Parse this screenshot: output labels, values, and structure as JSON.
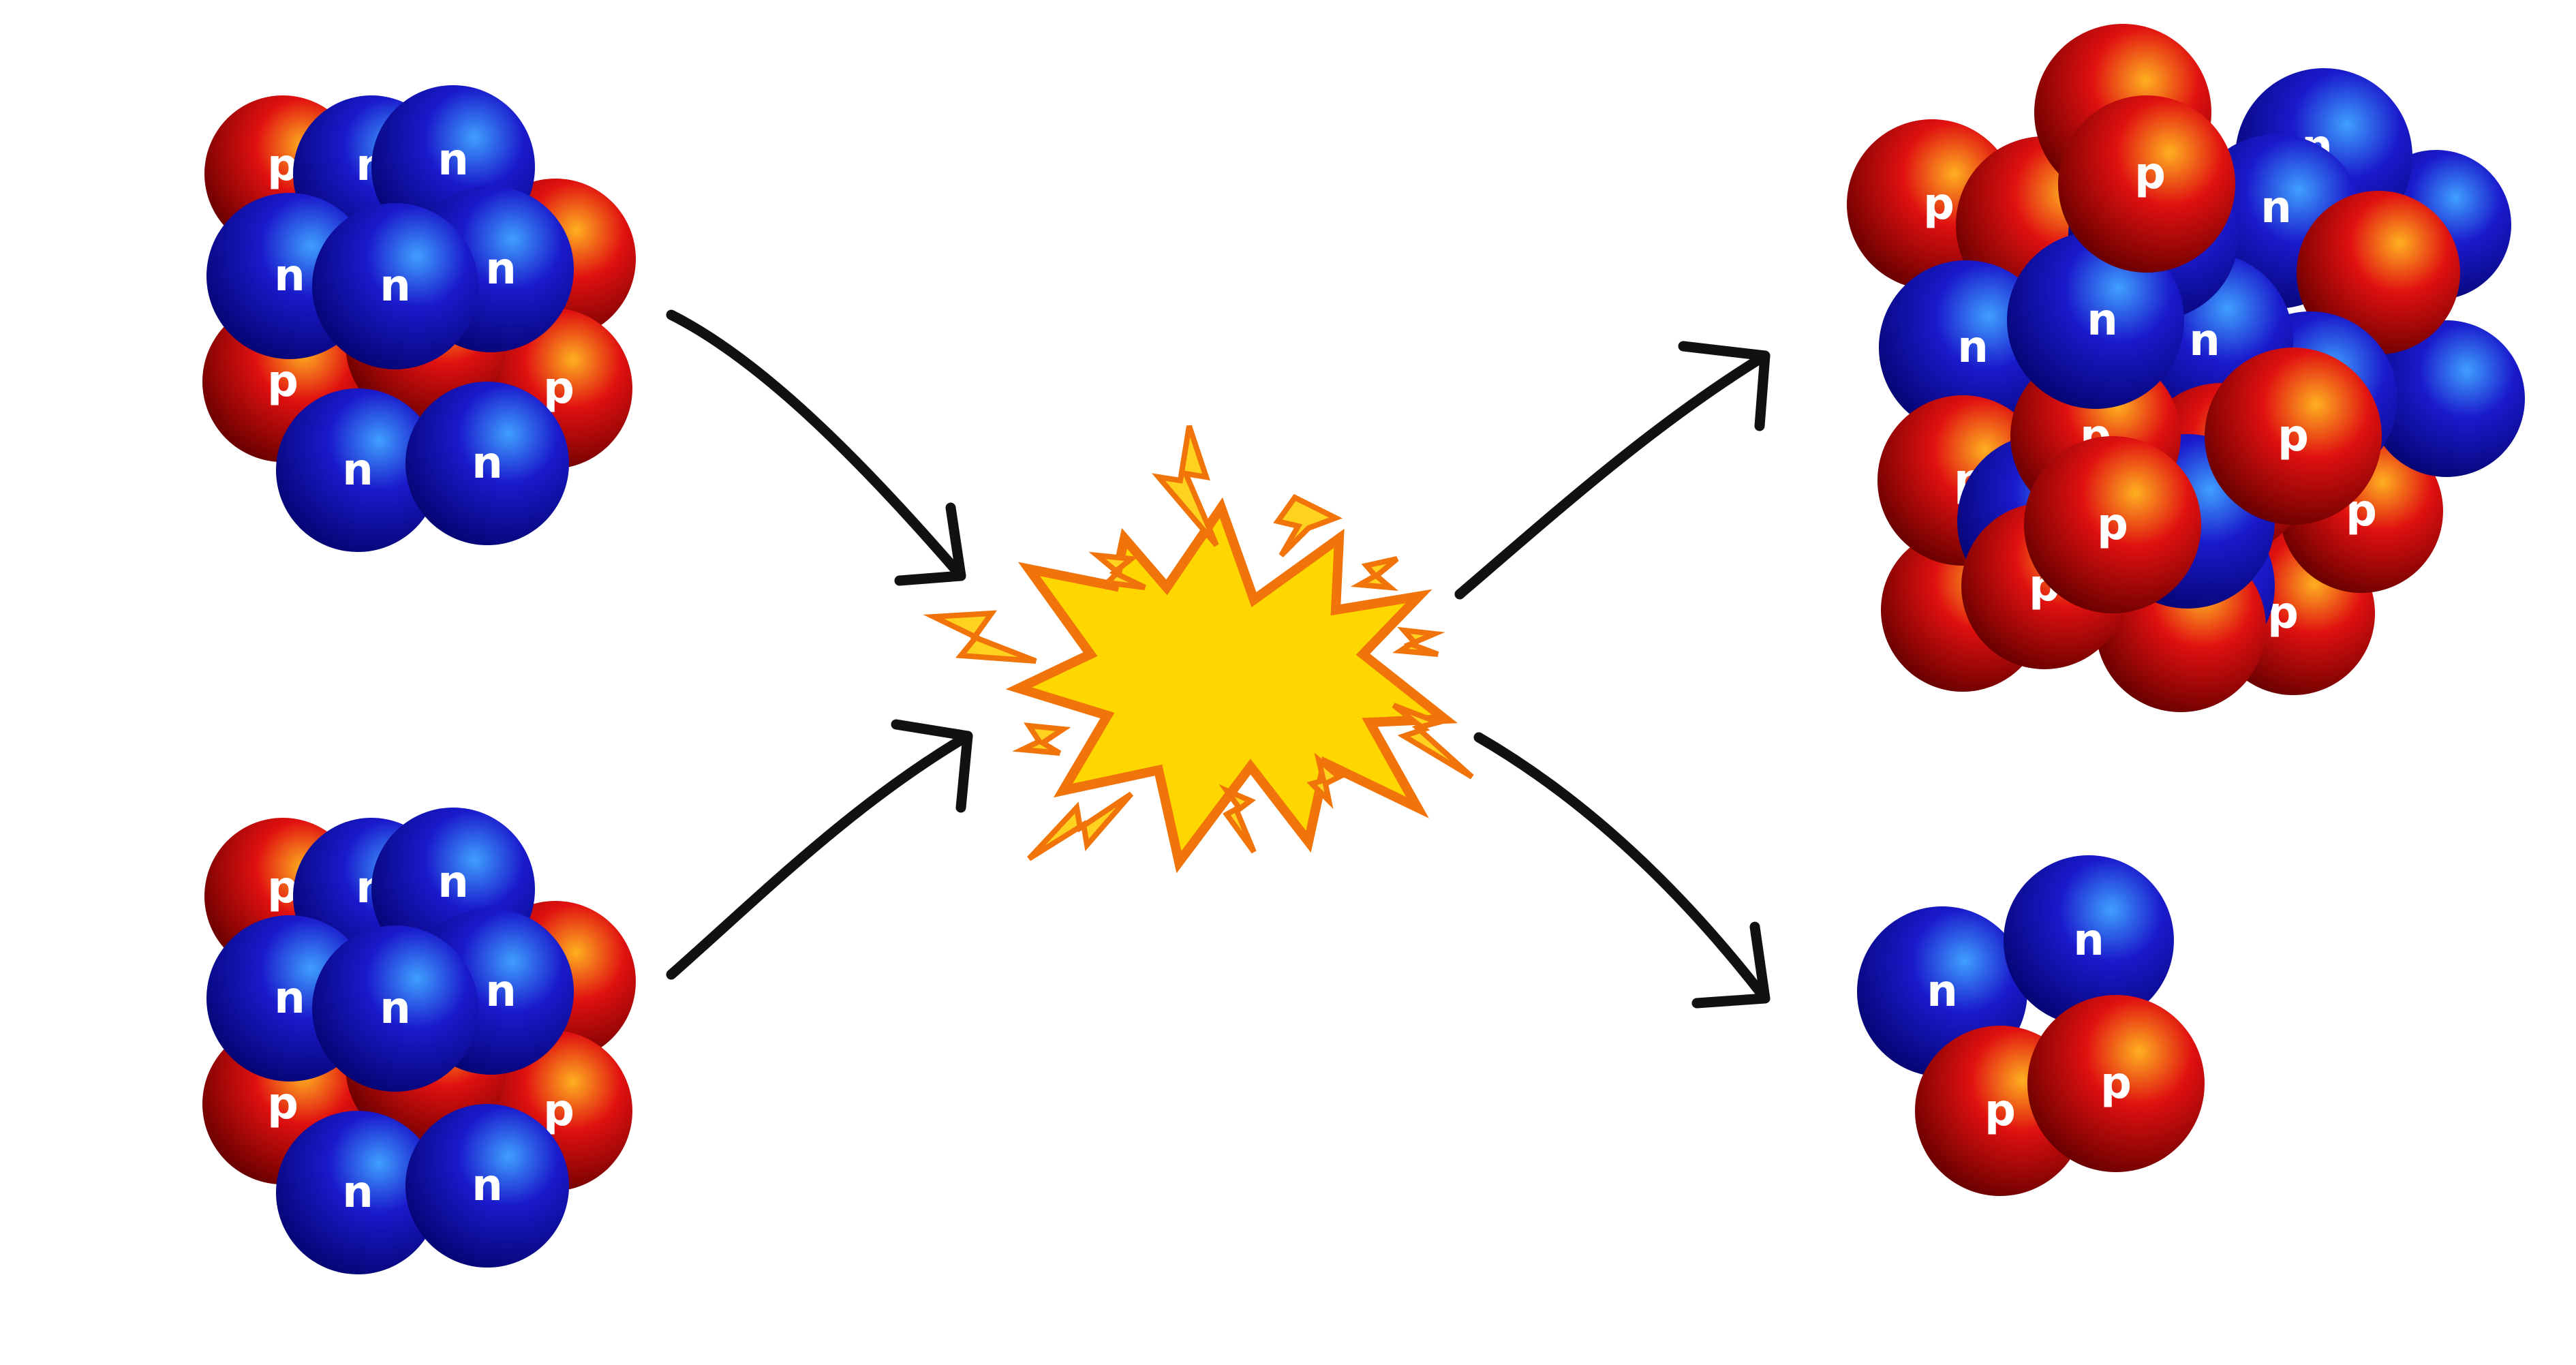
{
  "labels": {
    "neutron": "n",
    "proton": "p"
  },
  "colors": {
    "neutron_light": "#3fa0ff",
    "neutron_mid": "#1a1acc",
    "neutron_dark": "#050575",
    "proton_light": "#ffb020",
    "proton_mid": "#e01010",
    "proton_dark": "#6a0000",
    "arrow": "#111111",
    "burst_fill": "#ffd700",
    "burst_stroke": "#f0740a",
    "spark_fill": "#ffd21f"
  },
  "diagram": {
    "reactants": [
      "nucleus-top-left",
      "nucleus-bottom-left"
    ],
    "event": "collision-burst",
    "products": [
      "nucleus-large-right",
      "nucleus-small-right"
    ]
  }
}
